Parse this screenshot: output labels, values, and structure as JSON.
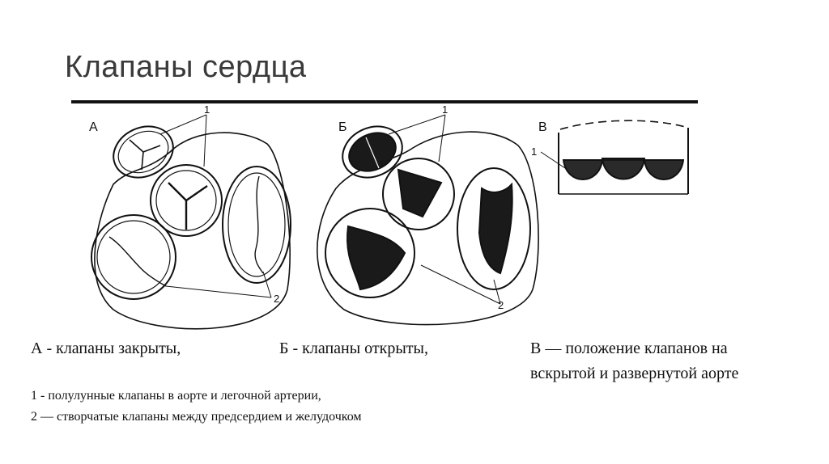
{
  "slide": {
    "title": "Клапаны сердца"
  },
  "figure": {
    "panel_labels": [
      "А",
      "Б",
      "В"
    ],
    "callout_1": "1",
    "callout_2": "2"
  },
  "captions": {
    "a": "А - клапаны закрыты,",
    "b": "Б - клапаны открыты,",
    "c_line1": "В — положение клапанов на",
    "c_line2": "вскрытой и развернутой аорте",
    "legend_1": "1 - полулунные клапаны в аорте и легочной артерии,",
    "legend_2": "2 — створчатые клапаны между предсердием и желудочком"
  }
}
